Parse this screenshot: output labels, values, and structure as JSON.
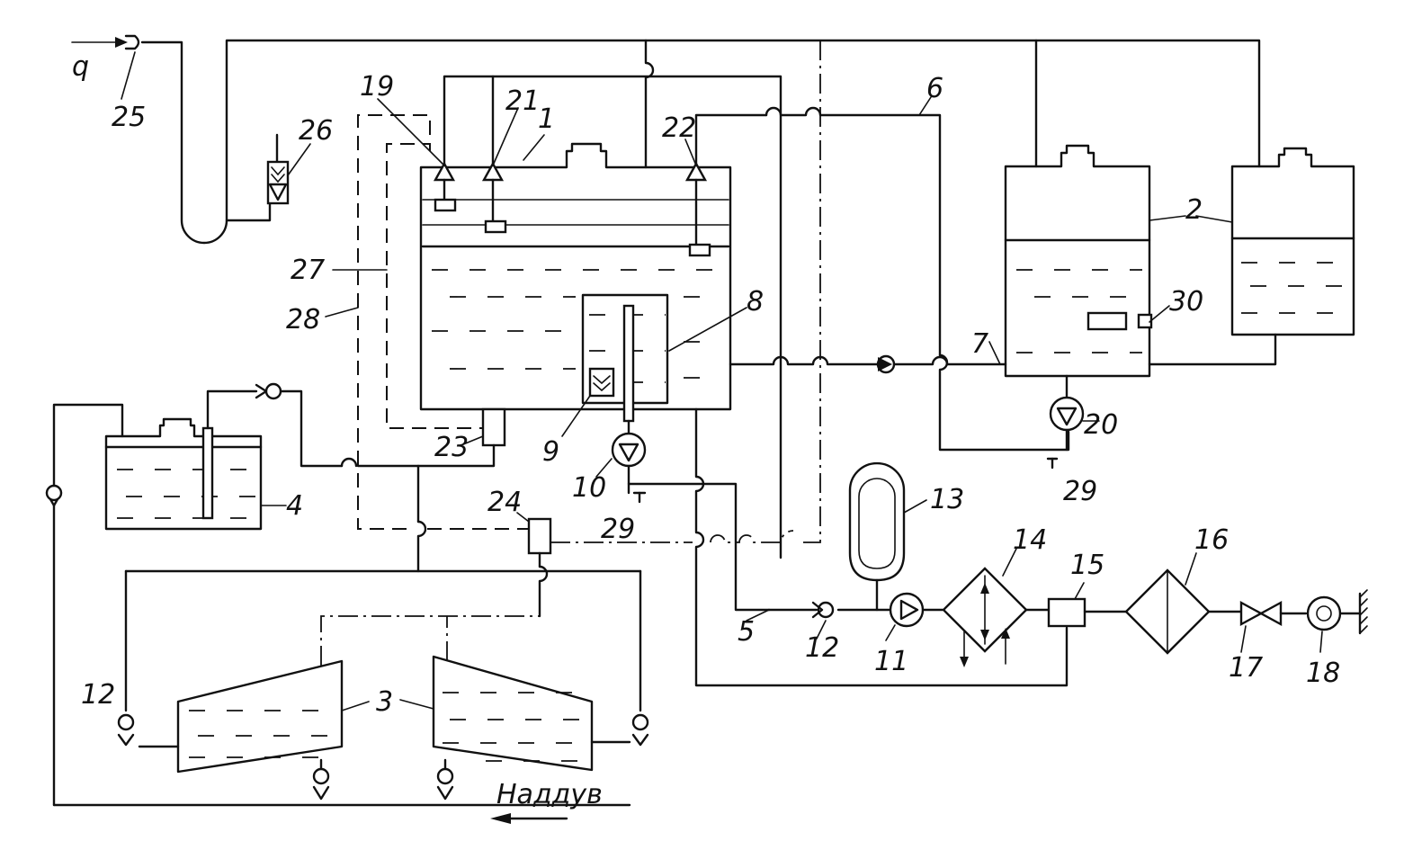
{
  "diagram": {
    "inlet_label": "q",
    "boost_label": "Наддув",
    "labels": {
      "l1": "1",
      "l2": "2",
      "l3": "3",
      "l4": "4",
      "l5": "5",
      "l6": "6",
      "l7": "7",
      "l8": "8",
      "l9": "9",
      "l10": "10",
      "l11": "11",
      "l12a": "12",
      "l12b": "12",
      "l13": "13",
      "l14": "14",
      "l15": "15",
      "l16": "16",
      "l17": "17",
      "l18": "18",
      "l19": "19",
      "l20": "20",
      "l21": "21",
      "l22": "22",
      "l23": "23",
      "l24": "24",
      "l25": "25",
      "l26": "26",
      "l27": "27",
      "l28": "28",
      "l29a": "29",
      "l29b": "29",
      "l30": "30"
    }
  }
}
